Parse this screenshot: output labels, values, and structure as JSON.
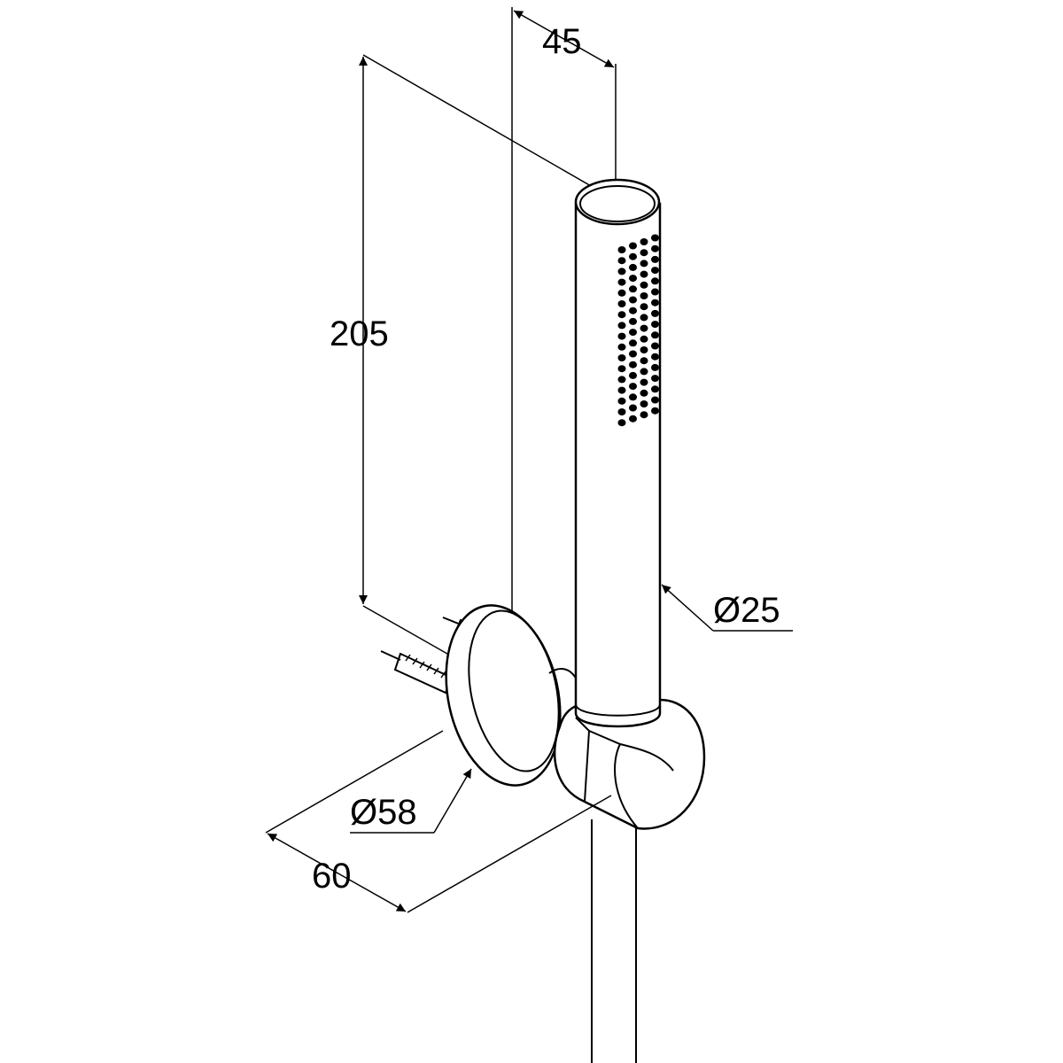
{
  "dimensions": {
    "offset_top": "45",
    "height": "205",
    "handle_diameter": "Ø25",
    "plate_diameter": "Ø58",
    "projection": "60"
  },
  "nozzles": {
    "rows": 17,
    "columns": 4
  },
  "colors": {
    "line": "#000000",
    "background": "#ffffff"
  }
}
